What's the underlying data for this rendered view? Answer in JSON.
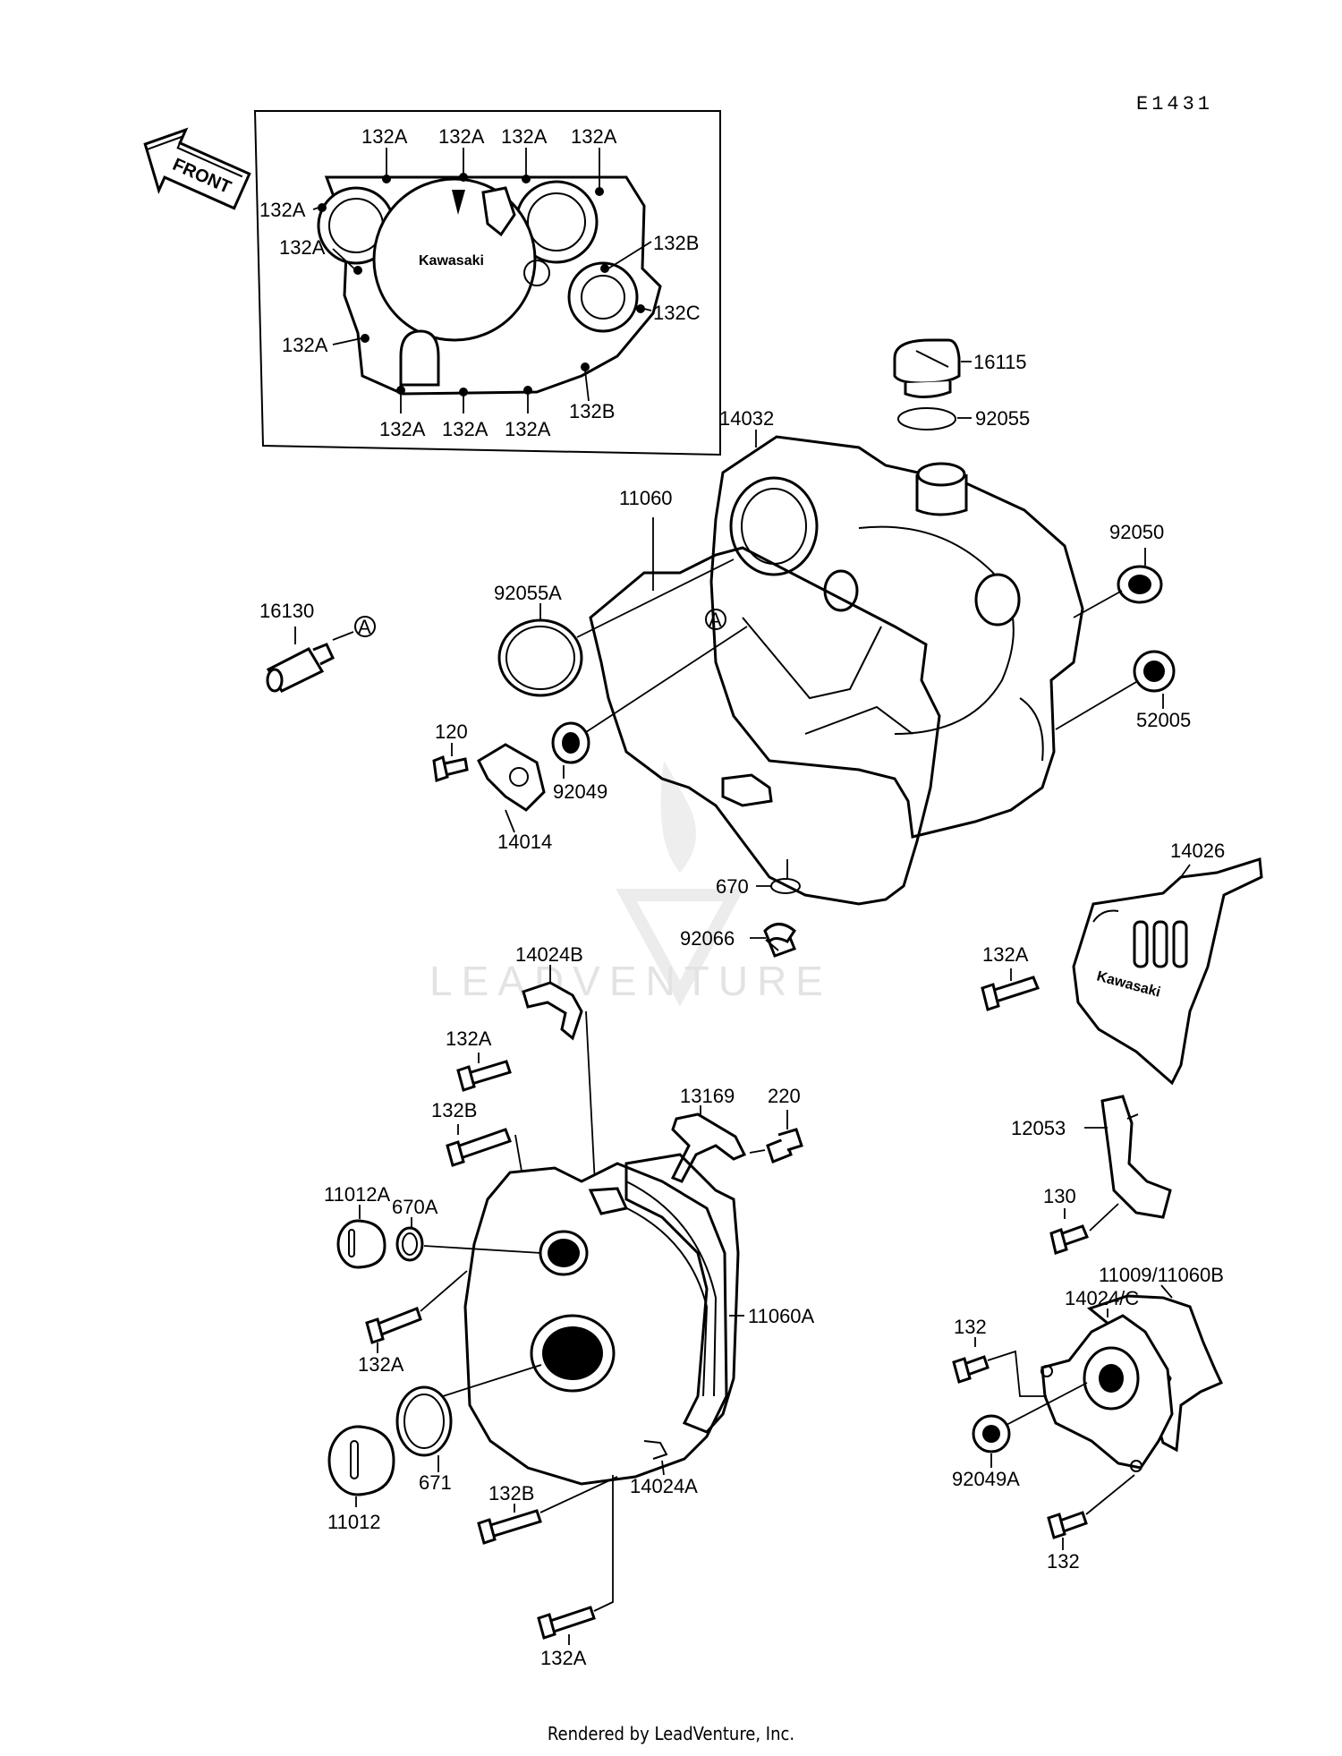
{
  "diagram_code": "E1431",
  "front_arrow_label": "FRONT",
  "brand_label": "Kawasaki",
  "watermark": "LEADVENTURE",
  "footer": "Rendered by LeadVenture, Inc.",
  "reference_mark": "A",
  "labels": {
    "inset_top_1": "132A",
    "inset_top_2": "132A",
    "inset_top_3": "132A",
    "inset_top_4": "132A",
    "inset_left_1": "132A",
    "inset_left_2": "132A",
    "inset_left_3": "132A",
    "inset_right_1": "132B",
    "inset_right_2": "132C",
    "inset_bottom_1": "132A",
    "inset_bottom_2": "132A",
    "inset_bottom_3": "132A",
    "inset_bottom_4": "132B",
    "oil_cap": "16115",
    "cap_oring": "92055",
    "clutch_cover": "14032",
    "cover_gasket": "11060",
    "oring_large": "92055A",
    "seal_92050": "92050",
    "seal_52005": "52005",
    "bolt_16130": "16130",
    "bolt_120": "120",
    "plate_14014": "14014",
    "seal_92049": "92049",
    "oring_670": "670",
    "plug_92066": "92066",
    "chain_cover": "14026",
    "bolt_chain_cover": "132A",
    "guide_12053": "12053",
    "bolt_130": "130",
    "cover_14024B": "14024B",
    "bolt_132A_mid": "132A",
    "bolt_132B_mid": "132B",
    "bracket_13169": "13169",
    "bolt_220": "220",
    "cap_11012A": "11012A",
    "oring_670A": "670A",
    "bolt_132A_gen": "132A",
    "gasket_11060A": "11060A",
    "gasket_11009": "11009/11060B",
    "cover_14024C": "14024/C",
    "bolt_132_top": "132",
    "seal_92049A": "92049A",
    "bolt_132_bottom": "132",
    "oring_671": "671",
    "cap_11012": "11012",
    "bolt_132B_low": "132B",
    "cover_14024A": "14024A",
    "bolt_132A_low": "132A"
  }
}
